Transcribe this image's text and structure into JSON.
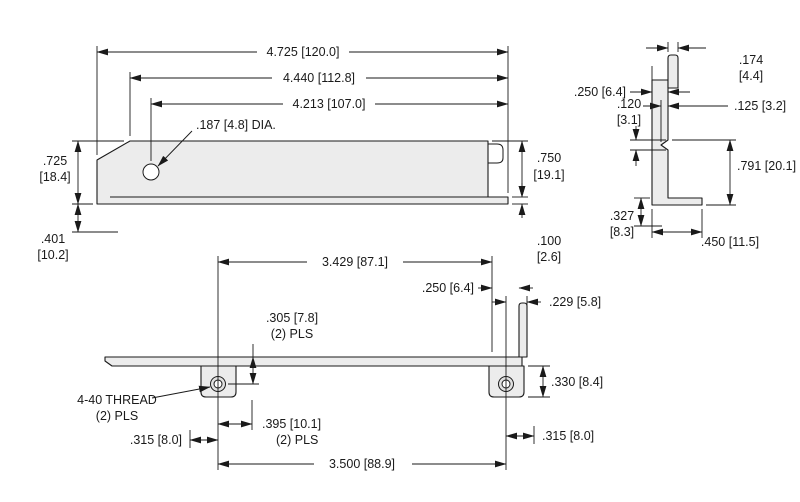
{
  "colors": {
    "line": "#1a1a1a",
    "part_fill": "#ececec",
    "background": "#ffffff"
  },
  "front_view": {
    "dim_overall": "4.725 [120.0]",
    "dim_body": "4.440 [112.8]",
    "dim_hole": "4.213 [107.0]",
    "hole_note": ".187 [4.8] DIA.",
    "height_left_in": ".725",
    "height_left_mm": "[18.4]",
    "offset_left_in": ".401",
    "offset_left_mm": "[10.2]",
    "height_right_in": ".750",
    "height_right_mm": "[19.1]",
    "step_right_in": ".100",
    "step_right_mm": "[2.6]"
  },
  "side_view": {
    "dim_tab_offset": ".250 [6.4]",
    "tab_width_in": ".174",
    "tab_width_mm": "[4.4]",
    "notch_height_in": ".120",
    "notch_height_mm": "[3.1]",
    "notch_depth": ".125 [3.2]",
    "overall_height": ".791 [20.1]",
    "foot_offset_in": ".327",
    "foot_offset_mm": "[8.3]",
    "foot_depth": ".450 [11.5]"
  },
  "top_view": {
    "dim_hole_to_tab": "3.429 [87.1]",
    "dim_face_offset": ".250 [6.4]",
    "dim_tab_depth": ".229 [5.8]",
    "boss_offset": ".305 [7.8]",
    "boss_qty": "(2) PLS",
    "block_depth": ".330 [8.4]",
    "thread_note_line1": "4-40 THREAD",
    "thread_note_line2": "(2) PLS",
    "hole_inset": ".395 [10.1]",
    "hole_inset_qty": "(2) PLS",
    "edge_left": ".315 [8.0]",
    "edge_right": ".315 [8.0]",
    "dim_hole_spacing": "3.500 [88.9]"
  }
}
